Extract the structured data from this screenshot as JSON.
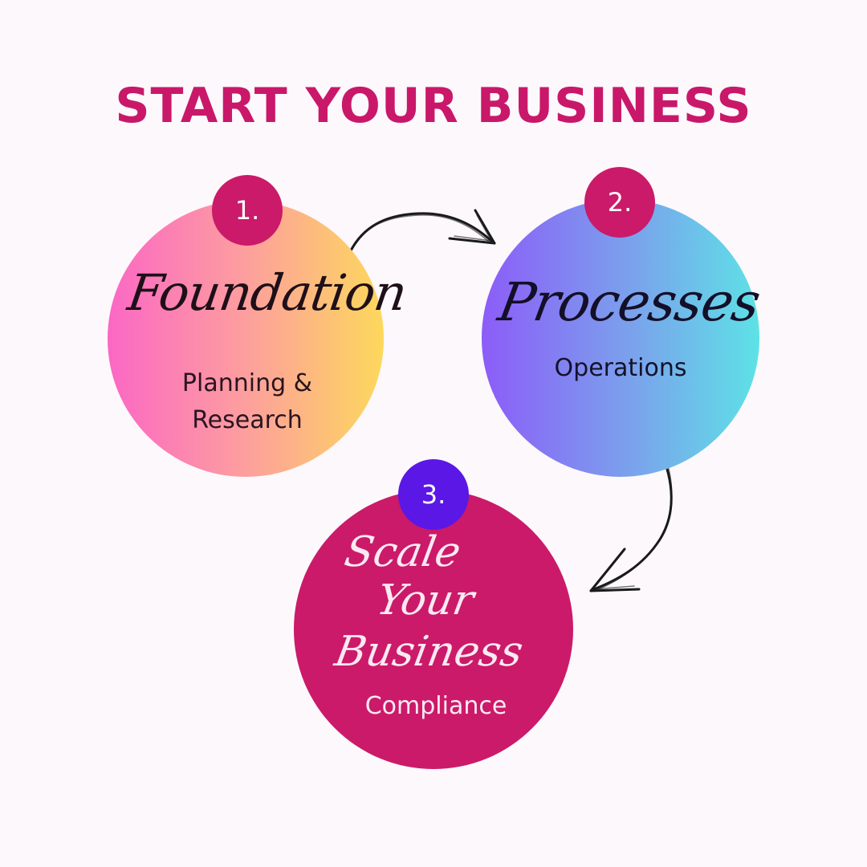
{
  "title": "START YOUR BUSINESS",
  "steps": [
    {
      "number": "1.",
      "heading": "Foundation",
      "subtitle_line1": "Planning &",
      "subtitle_line2": "Research",
      "color": "#cb1a69"
    },
    {
      "number": "2.",
      "heading": "Processes",
      "subtitle": "Operations",
      "color": "#cb1a69"
    },
    {
      "number": "3.",
      "heading_line1": "Scale",
      "heading_line2": "Your",
      "heading_line3": "Business",
      "subtitle": "Compliance",
      "color": "#5a17e6"
    }
  ],
  "colors": {
    "background": "#fcf8fb",
    "accent": "#c9186a",
    "circle1_gradient": [
      "#fb67c5",
      "#fdd85c"
    ],
    "circle2_gradient": [
      "#8c5cf8",
      "#5de2e6"
    ],
    "circle3": "#cb1a69",
    "arrow": "#1a1a1a"
  },
  "icons": [
    "curved-arrow-icon",
    "curved-arrow-icon"
  ]
}
